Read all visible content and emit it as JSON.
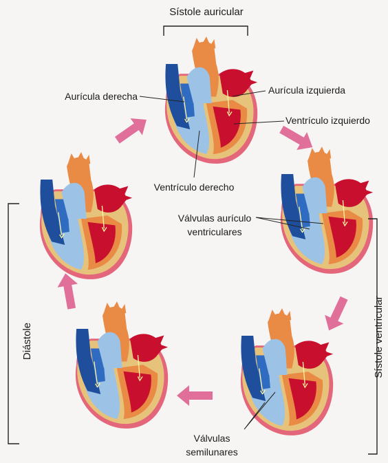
{
  "phases": {
    "atrial_systole": "Sístole auricular",
    "ventricular_systole": "Sístole ventricular",
    "diastole": "Diástole"
  },
  "labels": {
    "right_atrium": "Aurícula derecha",
    "left_atrium": "Aurícula izquierda",
    "left_ventricle": "Ventrículo izquierdo",
    "right_ventricle": "Ventrículo derecho",
    "av_valves_line1": "Válvulas aurículo",
    "av_valves_line2": "ventriculares",
    "semilunar_line1": "Válvulas",
    "semilunar_line2": "semilunares"
  },
  "colors": {
    "oxygenated": "#c8102e",
    "deoxygenated": "#1f4f9c",
    "light_blue": "#9cc3e6",
    "orange": "#e98a45",
    "wall": "#e7c27a",
    "pericardium": "#e4667a",
    "arrow": "#e0709a"
  }
}
